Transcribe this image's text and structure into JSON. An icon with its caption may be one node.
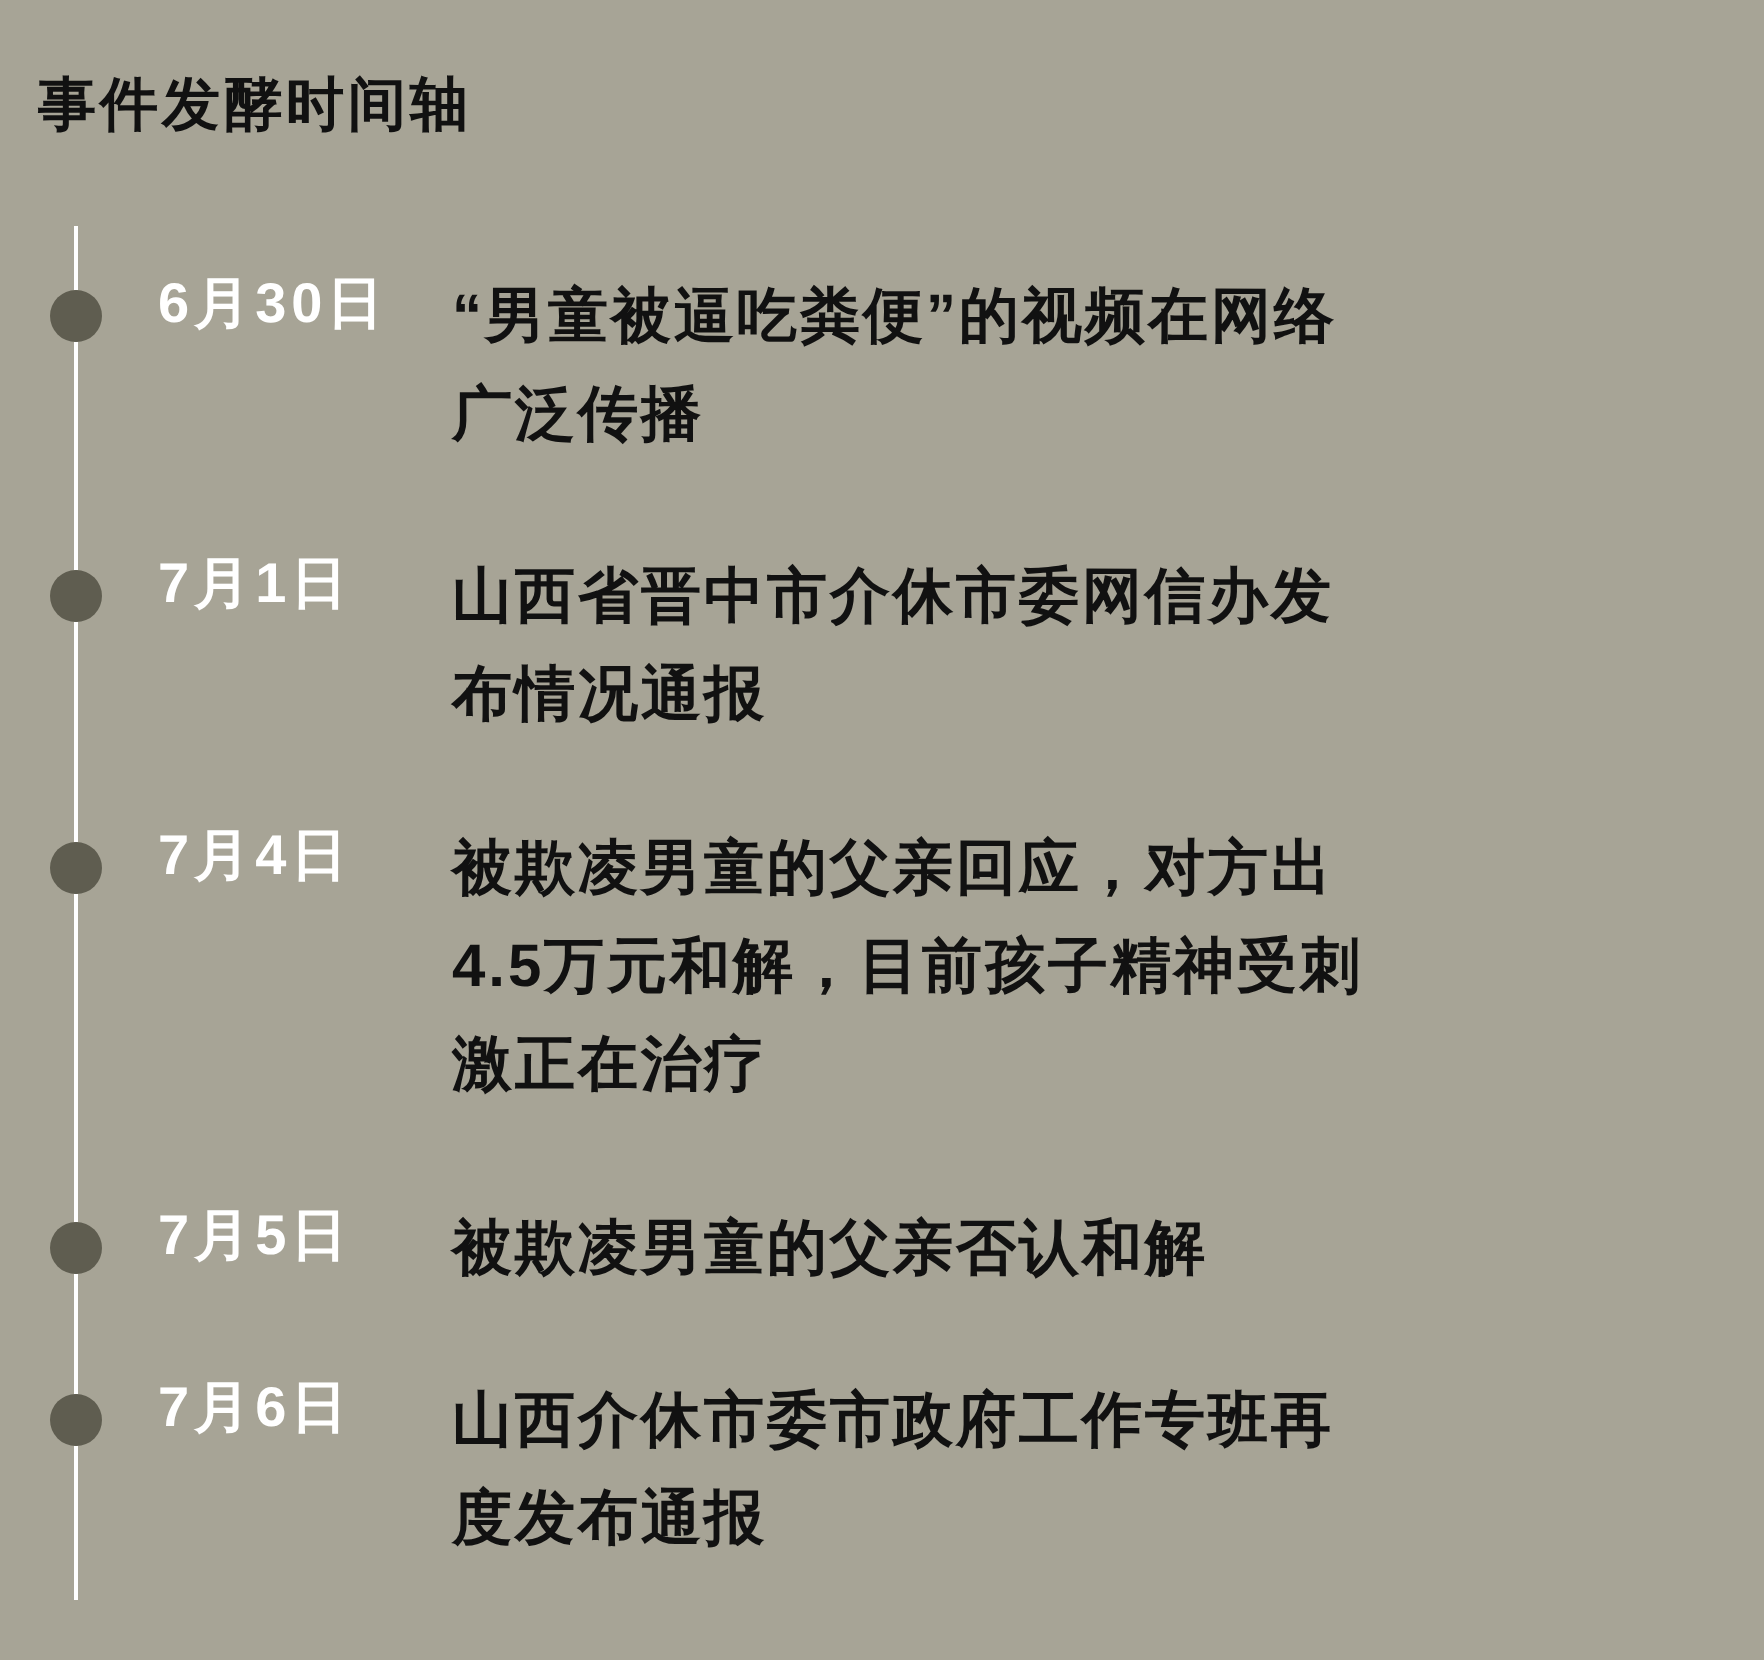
{
  "diagram": {
    "title": "事件发酵时间轴",
    "nodes": [
      {
        "text": [],
        "shape": "circle",
        "beside": [
          "6月30日",
          "“男童被逼吃粪便”的视频在网络广泛传播"
        ]
      },
      {
        "text": [],
        "shape": "circle",
        "beside": [
          "7月1日",
          "山西省晋中市介休市委网信办发布情况通报"
        ]
      },
      {
        "text": [],
        "shape": "circle",
        "beside": [
          "7月4日",
          "被欺凌男童的父亲回应，对方出4.5万元和解，目前孩子精神受刺激正在治疗"
        ]
      },
      {
        "text": [],
        "shape": "circle",
        "beside": [
          "7月5日",
          "被欺凌男童的父亲否认和解"
        ]
      },
      {
        "text": [],
        "shape": "circle",
        "beside": [
          "7月6日",
          "山西介休市委市政府工作专班再度发布通报"
        ]
      }
    ],
    "edges": [
      {
        "from": null,
        "to": 0,
        "arrow": "none"
      },
      {
        "from": 0,
        "to": 1,
        "arrow": "none"
      },
      {
        "from": 1,
        "to": 2,
        "arrow": "none"
      },
      {
        "from": 2,
        "to": 3,
        "arrow": "none"
      },
      {
        "from": 3,
        "to": 4,
        "arrow": "none"
      },
      {
        "from": 4,
        "to": null,
        "arrow": "none"
      }
    ]
  }
}
